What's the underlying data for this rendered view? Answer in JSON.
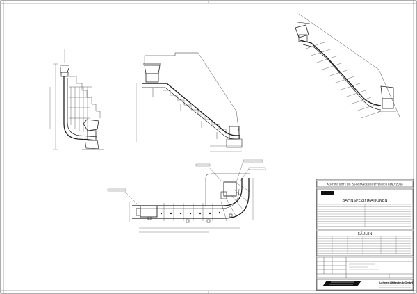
{
  "title_block": {
    "warning": "ACHTUNG BITTE DIE ZAHNSTANGE EINFETTEN VOR BENUTZUNG",
    "section_spec": "BAHNSPEZIFIKATIONEN",
    "section_columns": "SÄULEN",
    "company_name": "Lehner Lifttechnik GmbH"
  },
  "colors": {
    "line": "#222222",
    "paper": "#ffffff",
    "fill_dark": "#111111"
  }
}
